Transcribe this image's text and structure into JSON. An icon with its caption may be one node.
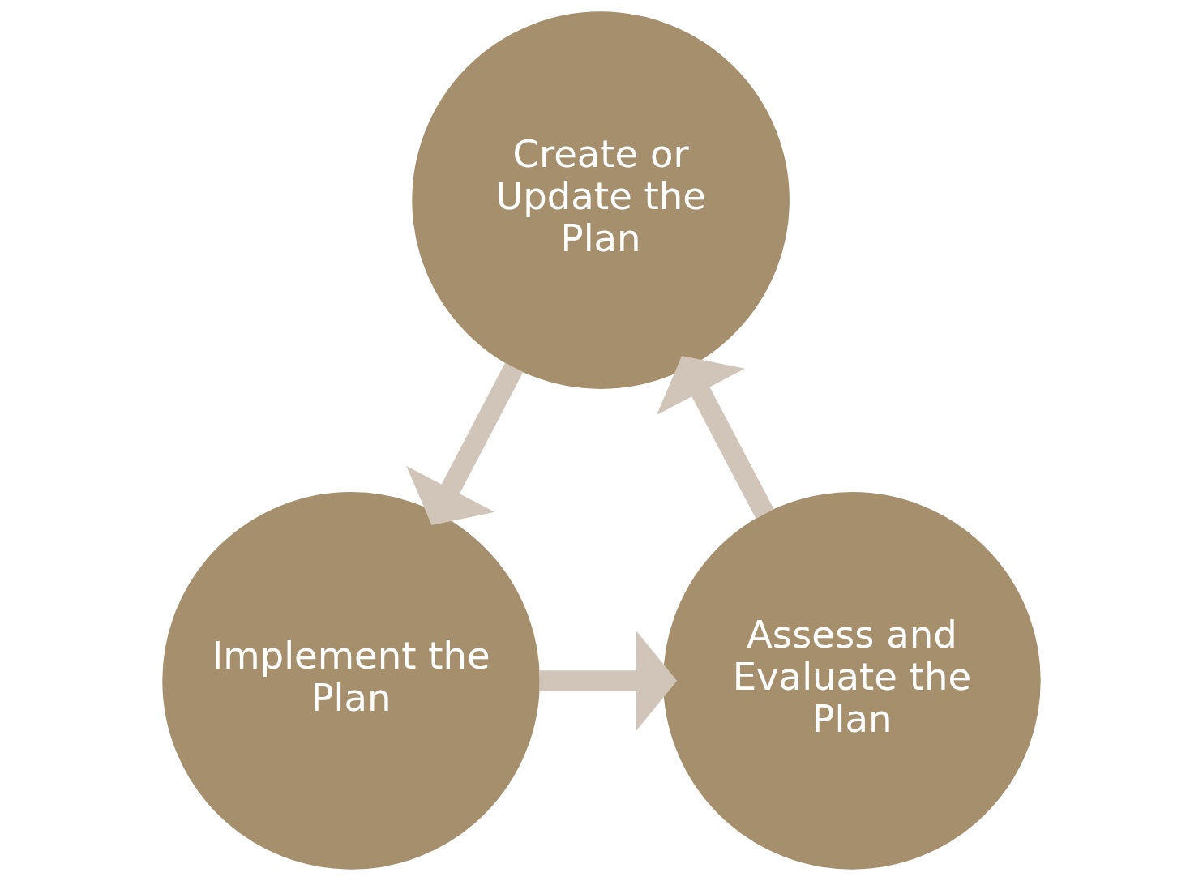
{
  "diagram": {
    "nodes": [
      {
        "text": [
          "Create or Update the Plan"
        ]
      },
      {
        "text": [
          "Implement the Plan"
        ]
      },
      {
        "text": [
          "Assess and Evaluate the Plan"
        ]
      }
    ],
    "edges": [
      {
        "from": 0,
        "to": 1,
        "arrow": "to"
      },
      {
        "from": 1,
        "to": 2,
        "arrow": "to"
      },
      {
        "from": 2,
        "to": 0,
        "arrow": "to"
      }
    ]
  }
}
